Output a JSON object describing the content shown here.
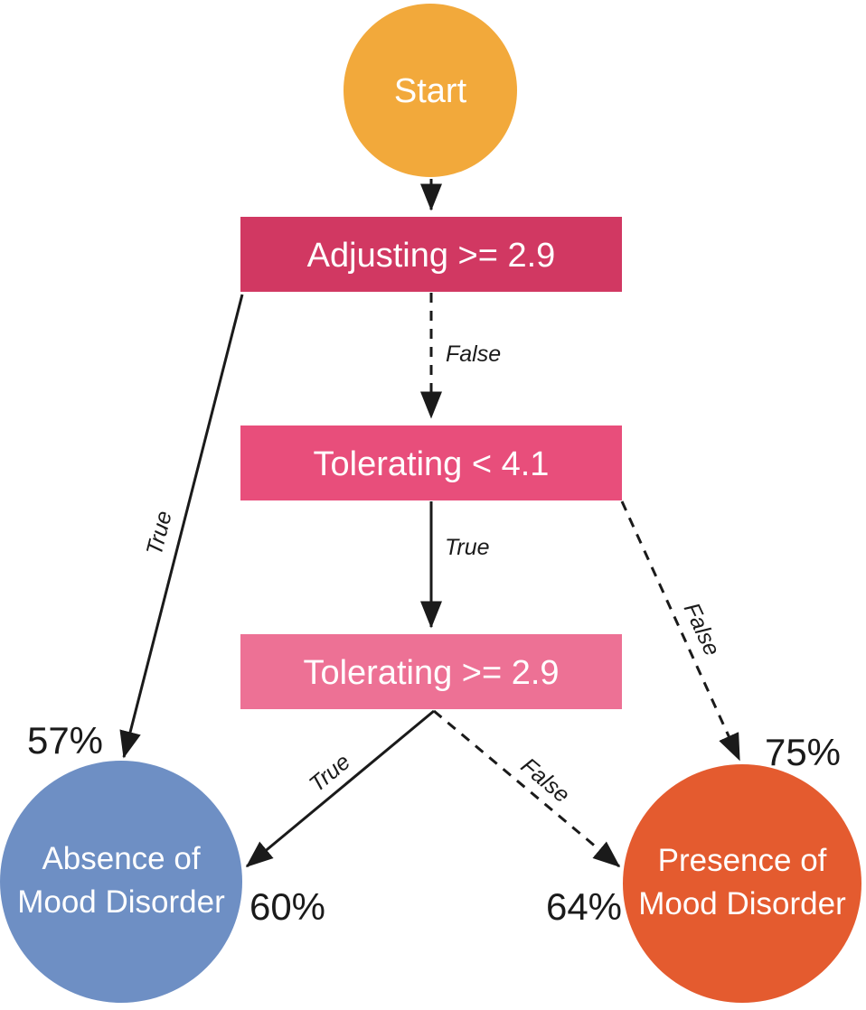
{
  "diagram": {
    "type": "decision-tree",
    "background_color": "#FFFFFF",
    "line_color": "#1A1A1A",
    "text_color_on_nodes": "#FFFFFF",
    "nodes": {
      "start": {
        "label": "Start",
        "shape": "circle",
        "color": "#F2A93B"
      },
      "adjusting": {
        "label": "Adjusting >= 2.9",
        "shape": "rect",
        "color": "#D13862"
      },
      "tolerating_lt_41": {
        "label": "Tolerating < 4.1",
        "shape": "rect",
        "color": "#E84E7B"
      },
      "tolerating_ge_29": {
        "label": "Tolerating >= 2.9",
        "shape": "rect",
        "color": "#ED7195"
      },
      "absence": {
        "label_line1": "Absence of",
        "label_line2": "Mood Disorder",
        "shape": "circle",
        "color": "#6E8FC4"
      },
      "presence": {
        "label_line1": "Presence of",
        "label_line2": "Mood Disorder",
        "shape": "circle",
        "color": "#E45B2F"
      }
    },
    "edges": {
      "start_to_adjusting": {
        "label": "",
        "style": "solid",
        "from": "start",
        "to": "adjusting"
      },
      "adjusting_true": {
        "label": "True",
        "style": "solid",
        "from": "adjusting",
        "to": "absence"
      },
      "adjusting_false": {
        "label": "False",
        "style": "dashed",
        "from": "adjusting",
        "to": "tolerating_lt_41"
      },
      "tolerating41_true": {
        "label": "True",
        "style": "solid",
        "from": "tolerating_lt_41",
        "to": "tolerating_ge_29"
      },
      "tolerating41_false": {
        "label": "False",
        "style": "dashed",
        "from": "tolerating_lt_41",
        "to": "presence"
      },
      "tolerating29_true": {
        "label": "True",
        "style": "solid",
        "from": "tolerating_ge_29",
        "to": "absence"
      },
      "tolerating29_false": {
        "label": "False",
        "style": "dashed",
        "from": "tolerating_ge_29",
        "to": "presence"
      }
    },
    "outcome_percentages": {
      "absence_via_adjusting_true": "57%",
      "absence_via_tolerating29_true": "60%",
      "presence_via_tolerating29_false": "64%",
      "presence_via_tolerating41_false": "75%"
    }
  }
}
